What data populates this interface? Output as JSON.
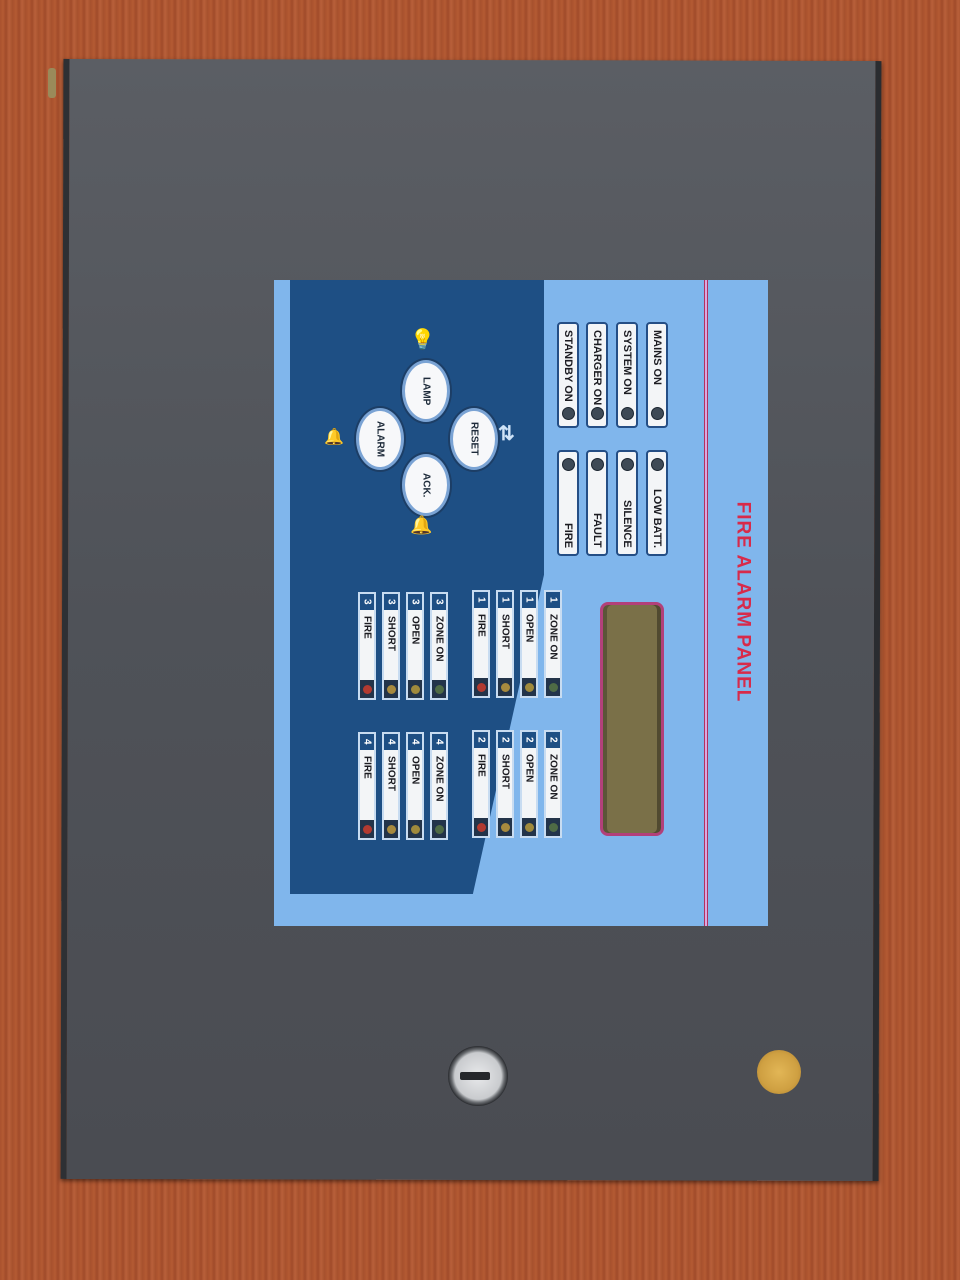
{
  "scene": {
    "description": "Photo of a wall-mounted fire alarm control panel on a wooden surface, printed overlay rotated 90 degrees",
    "colors": {
      "wood": "#a9522e",
      "cabinet": "#52555b",
      "label_light_blue": "#80b6ec",
      "label_dark_blue": "#1e4f84",
      "title_red": "#d72a4a",
      "lcd": "#7a7048",
      "seal_gold": "#d4a545"
    }
  },
  "panel": {
    "title": "FIRE ALARM PANEL",
    "buttons": [
      {
        "id": "lamp",
        "label": "LAMP",
        "icon": "lamp-bulb-icon"
      },
      {
        "id": "reset",
        "label": "RESET",
        "icon": "reset-arrows-icon"
      },
      {
        "id": "alarm",
        "label": "ALARM",
        "icon": "bell-icon"
      },
      {
        "id": "ack",
        "label": "ACK.",
        "icon": "ringing-bell-icon"
      }
    ],
    "status_indicators": {
      "left_column": [
        "MAINS ON",
        "SYSTEM ON",
        "CHARGER ON",
        "STANDBY ON"
      ],
      "right_column": [
        "LOW BATT.",
        "SILENCE",
        "FAULT",
        "FIRE"
      ]
    },
    "zones": [
      {
        "zone": "1",
        "items": [
          "ZONE ON",
          "OPEN",
          "SHORT",
          "FIRE"
        ]
      },
      {
        "zone": "2",
        "items": [
          "ZONE ON",
          "OPEN",
          "SHORT",
          "FIRE"
        ]
      },
      {
        "zone": "3",
        "items": [
          "ZONE ON",
          "OPEN",
          "SHORT",
          "FIRE"
        ]
      },
      {
        "zone": "4",
        "items": [
          "ZONE ON",
          "OPEN",
          "SHORT",
          "FIRE"
        ]
      }
    ],
    "zone_led_colors": {
      "ZONE ON": "#4f6b45",
      "OPEN": "#a08a3c",
      "SHORT": "#a88a3e",
      "FIRE": "#b23a30"
    },
    "lcd_display": ""
  },
  "hardware": {
    "key_lock": "key-lock",
    "seal": "gold-seal-sticker"
  }
}
